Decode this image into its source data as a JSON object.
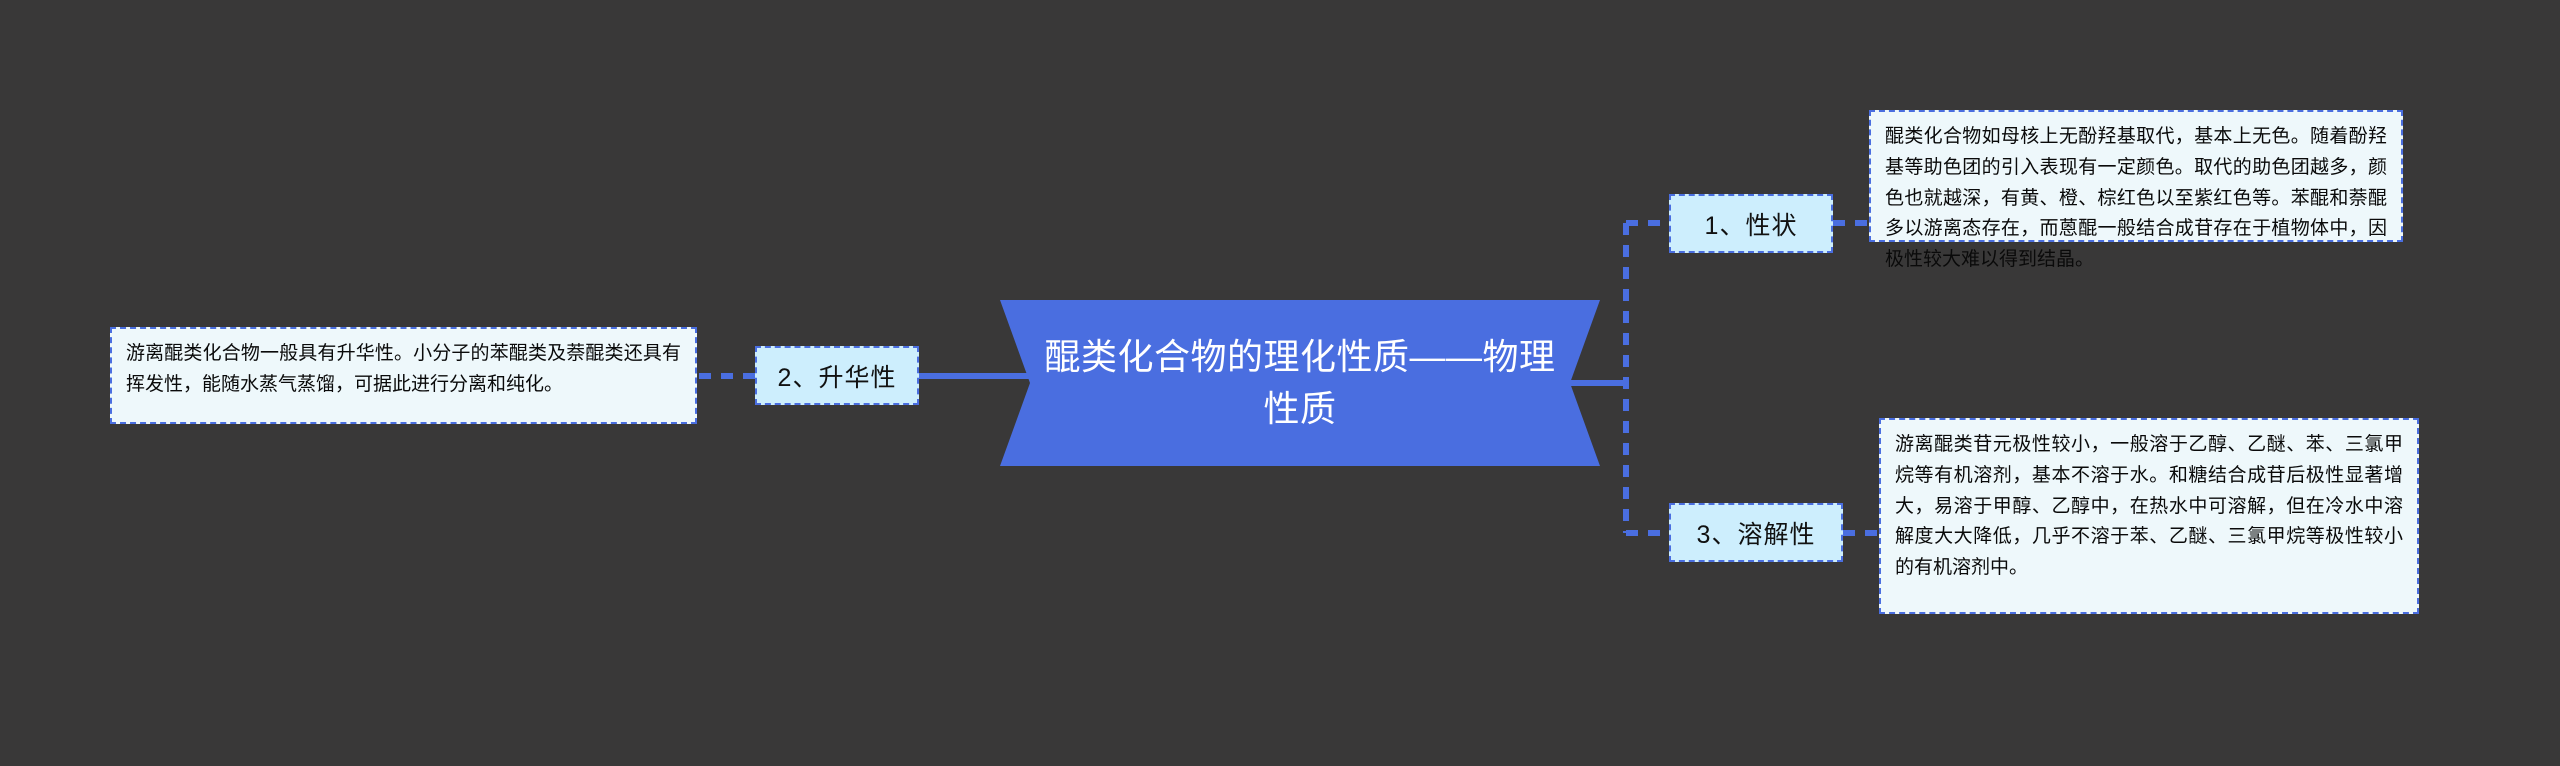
{
  "meta": {
    "kind": "mind-map",
    "background_color": "#393838",
    "accent_color": "#4a6ee0",
    "chip_fill_color": "#cdeefd",
    "panel_fill_color": "#eef8fb",
    "center_text_color": "#ffffff"
  },
  "center": {
    "label": "醌类化合物的理化性质——物理性质"
  },
  "branches": [
    {
      "id": "xingzhuang",
      "chip_label": "1、性状",
      "side": "right-top",
      "detail": "醌类化合物如母核上无酚羟基取代，基本上无色。随着酚羟基等助色团的引入表现有一定颜色。取代的助色团越多，颜色也就越深，有黄、橙、棕红色以至紫红色等。苯醌和萘醌多以游离态存在，而蒽醌一般结合成苷存在于植物体中，因极性较大难以得到结晶。"
    },
    {
      "id": "shenghuaxing",
      "chip_label": "2、升华性",
      "side": "left",
      "detail": "游离醌类化合物一般具有升华性。小分子的苯醌类及萘醌类还具有挥发性，能随水蒸气蒸馏，可据此进行分离和纯化。"
    },
    {
      "id": "rongjiexing",
      "chip_label": "3、溶解性",
      "side": "right-bottom",
      "detail": "游离醌类苷元极性较小，一般溶于乙醇、乙醚、苯、三氯甲烷等有机溶剂，基本不溶于水。和糖结合成苷后极性显著增大，易溶于甲醇、乙醇中，在热水中可溶解，但在冷水中溶解度大大降低，几乎不溶于苯、乙醚、三氯甲烷等极性较小的有机溶剂中。"
    }
  ]
}
